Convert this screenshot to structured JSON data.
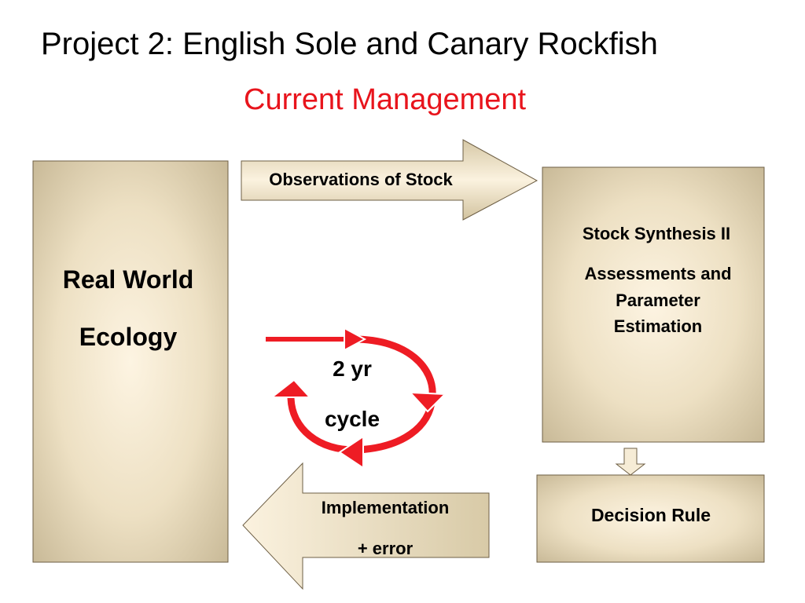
{
  "slide": {
    "title": "Project 2: English Sole and Canary Rockfish",
    "subtitle": "Current Management"
  },
  "diagram": {
    "real_world": {
      "line1": "Real World",
      "line2": "Ecology"
    },
    "observations_arrow": {
      "label": "Observations of Stock"
    },
    "stock_synthesis": {
      "line1": "Stock Synthesis II",
      "line2": "Assessments and",
      "line3": "Parameter",
      "line4": "Estimation"
    },
    "decision_rule": {
      "label": "Decision Rule"
    },
    "implementation_arrow": {
      "line1": "Implementation",
      "line2": "+ error"
    },
    "cycle": {
      "line1": "2 yr",
      "line2": "cycle"
    }
  },
  "colors": {
    "box_fill_center": "#fbf1dc",
    "box_fill_edge": "#cdbf9f",
    "box_stroke": "#6e5f45",
    "cycle_red": "#ee1c24",
    "subtitle_red": "#e8141c"
  }
}
